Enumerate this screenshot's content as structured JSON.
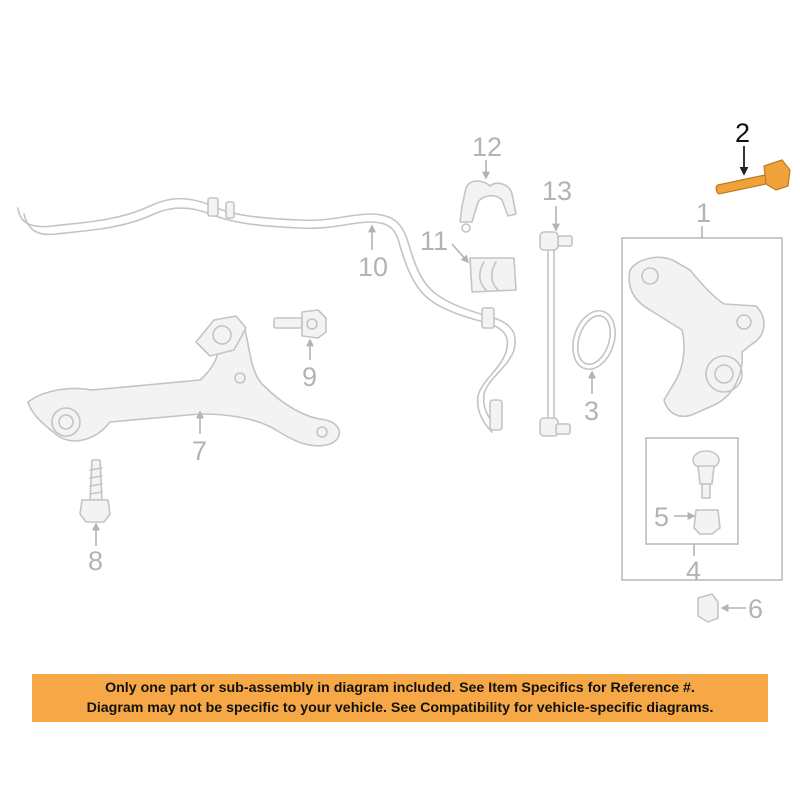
{
  "callouts": {
    "c1": "1",
    "c2": "2",
    "c3": "3",
    "c4": "4",
    "c5": "5",
    "c6": "6",
    "c7": "7",
    "c8": "8",
    "c9": "9",
    "c10": "10",
    "c11": "11",
    "c12": "12",
    "c13": "13"
  },
  "highlight_color": "#f0a13a",
  "banner": {
    "line1": "Only one part or sub-assembly in diagram included. See Item Specifics for Reference #.",
    "line2": "Diagram may not be specific to your vehicle. See Compatibility for vehicle-specific diagrams.",
    "background": "#f5a845"
  }
}
